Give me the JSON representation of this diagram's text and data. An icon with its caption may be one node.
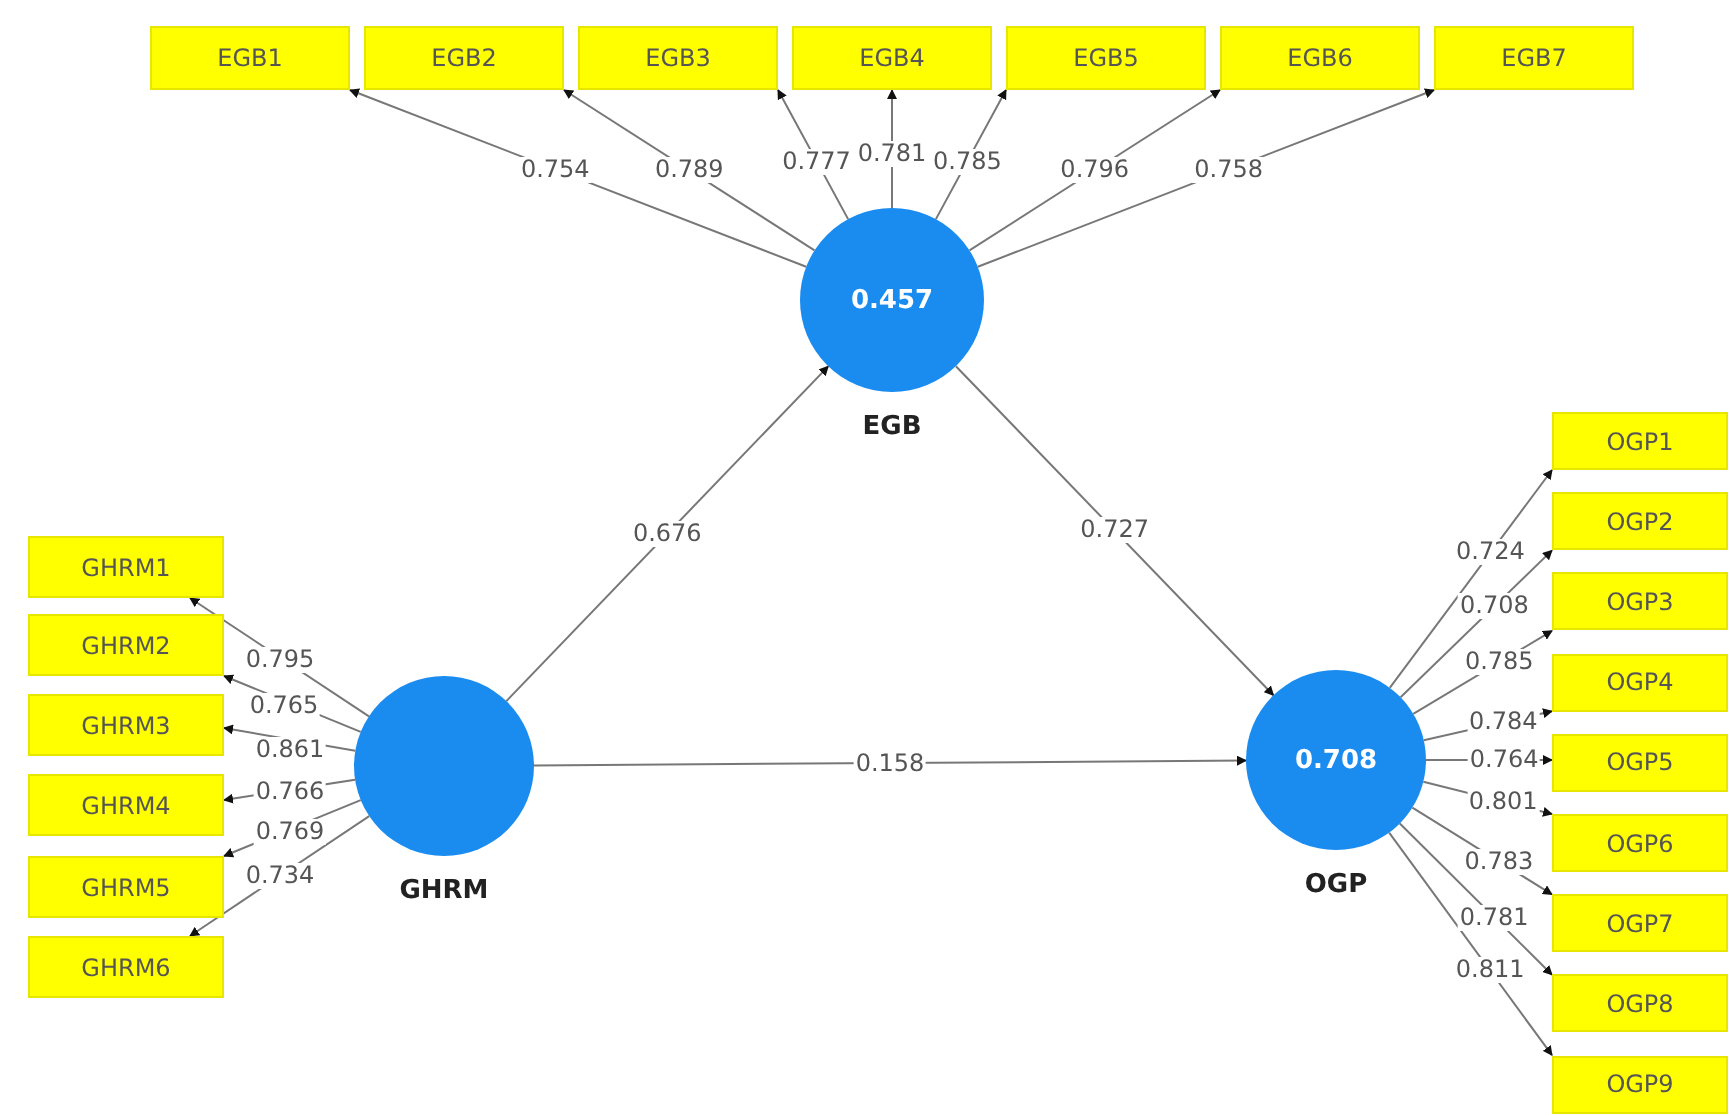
{
  "diagram": {
    "nodes": [
      {
        "text": [
          "0.457"
        ],
        "beside": [
          "EGB"
        ]
      },
      {
        "text": [],
        "shape": "circle",
        "beside": [
          "GHRM"
        ]
      },
      {
        "text": [
          "0.708"
        ],
        "beside": [
          "OGP"
        ]
      },
      {
        "text": [
          "EGB1"
        ]
      },
      {
        "text": [
          "EGB2"
        ]
      },
      {
        "text": [
          "EGB3"
        ]
      },
      {
        "text": [
          "EGB4"
        ]
      },
      {
        "text": [
          "EGB5"
        ]
      },
      {
        "text": [
          "EGB6"
        ]
      },
      {
        "text": [
          "EGB7"
        ]
      },
      {
        "text": [
          "GHRM1"
        ]
      },
      {
        "text": [
          "GHRM2"
        ]
      },
      {
        "text": [
          "GHRM3"
        ]
      },
      {
        "text": [
          "GHRM4"
        ]
      },
      {
        "text": [
          "GHRM5"
        ]
      },
      {
        "text": [
          "GHRM6"
        ]
      },
      {
        "text": [
          "OGP1"
        ]
      },
      {
        "text": [
          "OGP2"
        ]
      },
      {
        "text": [
          "OGP3"
        ]
      },
      {
        "text": [
          "OGP4"
        ]
      },
      {
        "text": [
          "OGP5"
        ]
      },
      {
        "text": [
          "OGP6"
        ]
      },
      {
        "text": [
          "OGP7"
        ]
      },
      {
        "text": [
          "OGP8"
        ]
      },
      {
        "text": [
          "OGP9"
        ]
      }
    ],
    "edges": [
      {
        "from": 1,
        "to": 0,
        "arrow": "to",
        "label": "0.676"
      },
      {
        "from": 0,
        "to": 2,
        "arrow": "to",
        "label": "0.727"
      },
      {
        "from": 1,
        "to": 2,
        "arrow": "to",
        "label": "0.158"
      },
      {
        "from": 0,
        "to": 3,
        "arrow": "to",
        "label": "0.754"
      },
      {
        "from": 0,
        "to": 4,
        "arrow": "to",
        "label": "0.789"
      },
      {
        "from": 0,
        "to": 5,
        "arrow": "to",
        "label": "0.777"
      },
      {
        "from": 0,
        "to": 6,
        "arrow": "to",
        "label": "0.781"
      },
      {
        "from": 0,
        "to": 7,
        "arrow": "to",
        "label": "0.785"
      },
      {
        "from": 0,
        "to": 8,
        "arrow": "to",
        "label": "0.796"
      },
      {
        "from": 0,
        "to": 9,
        "arrow": "to",
        "label": "0.758"
      },
      {
        "from": 1,
        "to": 10,
        "arrow": "to",
        "label": "0.795"
      },
      {
        "from": 1,
        "to": 11,
        "arrow": "to",
        "label": "0.765"
      },
      {
        "from": 1,
        "to": 12,
        "arrow": "to",
        "label": "0.861"
      },
      {
        "from": 1,
        "to": 13,
        "arrow": "to",
        "label": "0.766"
      },
      {
        "from": 1,
        "to": 14,
        "arrow": "to",
        "label": "0.769"
      },
      {
        "from": 1,
        "to": 15,
        "arrow": "to",
        "label": "0.734"
      },
      {
        "from": 2,
        "to": 16,
        "arrow": "to",
        "label": "0.724"
      },
      {
        "from": 2,
        "to": 17,
        "arrow": "to",
        "label": "0.708"
      },
      {
        "from": 2,
        "to": 18,
        "arrow": "to",
        "label": "0.785"
      },
      {
        "from": 2,
        "to": 19,
        "arrow": "to",
        "label": "0.784"
      },
      {
        "from": 2,
        "to": 20,
        "arrow": "to",
        "label": "0.764"
      },
      {
        "from": 2,
        "to": 21,
        "arrow": "to",
        "label": "0.801"
      },
      {
        "from": 2,
        "to": 22,
        "arrow": "to",
        "label": "0.783"
      },
      {
        "from": 2,
        "to": 23,
        "arrow": "to",
        "label": "0.781"
      },
      {
        "from": 2,
        "to": 24,
        "arrow": "to",
        "label": "0.811"
      }
    ]
  }
}
